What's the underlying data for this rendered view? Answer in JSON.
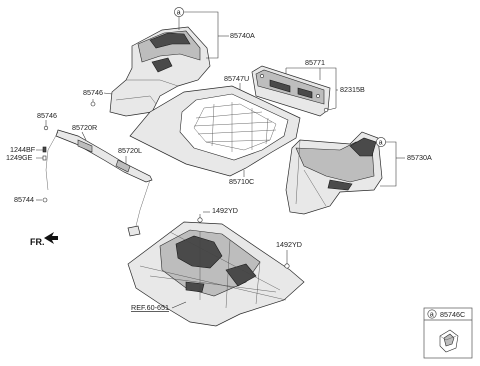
{
  "callouts": {
    "p85740A": "85740A",
    "p85746_upper": "85746",
    "p85771": "85771",
    "p85747U": "85747U",
    "p82315B": "82315B",
    "p85746_left": "85746",
    "p85720R": "85720R",
    "p1244BF": "1244BF",
    "p1249GE": "1249GE",
    "p85720L": "85720L",
    "p85744": "85744",
    "p85710C": "85710C",
    "p85730A": "85730A",
    "p1492YD_upper": "1492YD",
    "p1492YD_lower": "1492YD",
    "ref": "REF.60-651"
  },
  "markers": {
    "circle_a": "a"
  },
  "direction": "FR.",
  "legend": {
    "marker": "a",
    "part": "85746C"
  }
}
